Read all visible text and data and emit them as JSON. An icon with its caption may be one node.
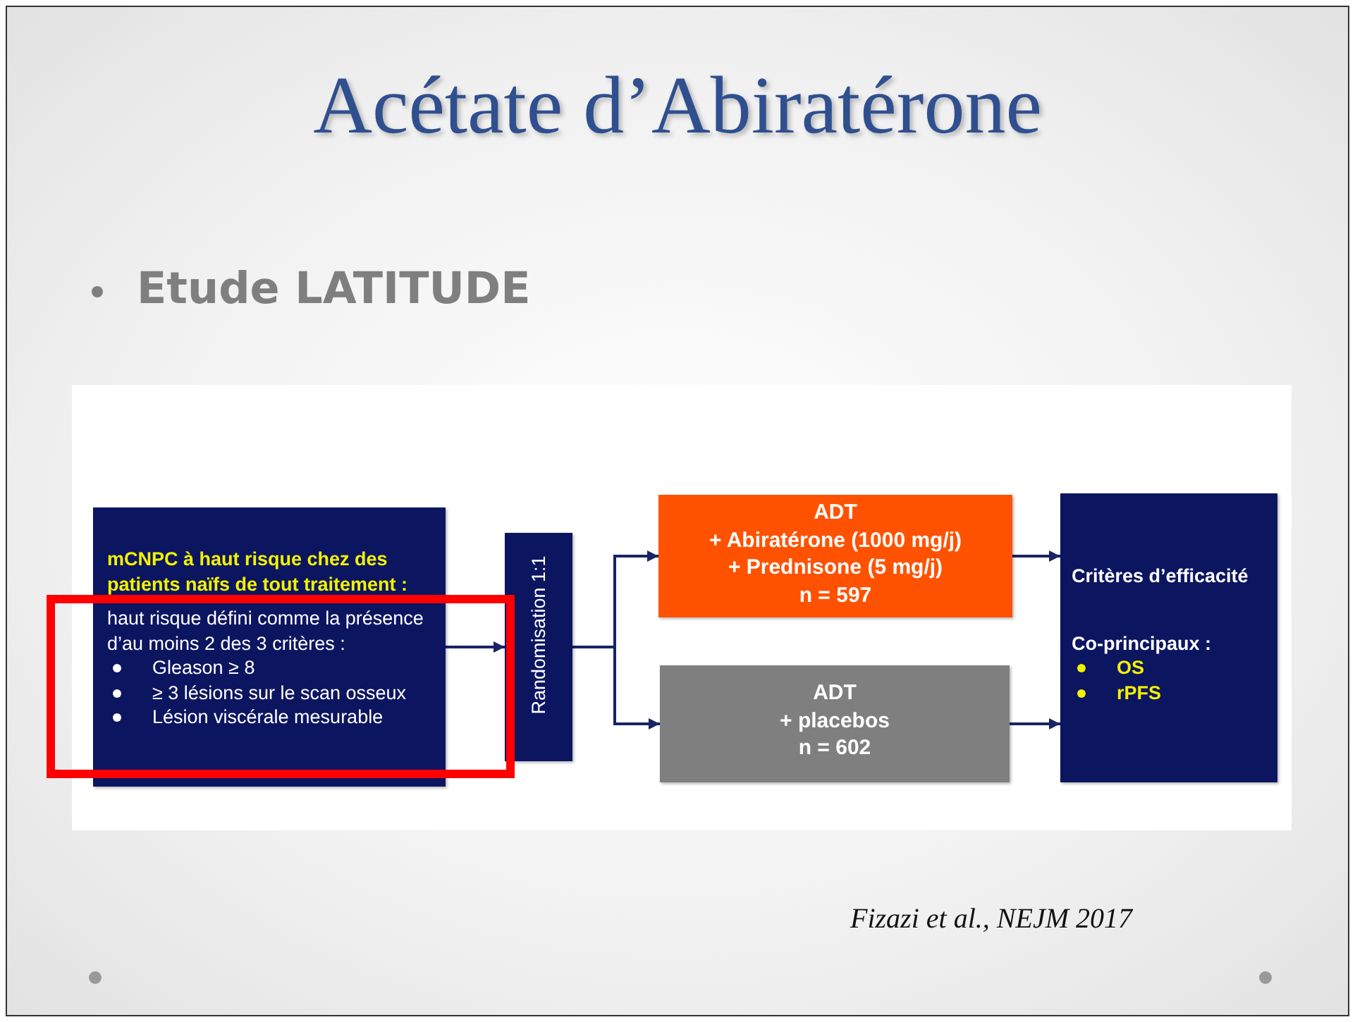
{
  "diagram": {
    "title": "Acétate d’Abiratérone",
    "nodes": [
      {
        "text": [
          "mCNPC à haut risque chez des patients naïfs de tout traitement :",
          "haut risque défini comme la présence d’au moins 2 des 3 critères :",
          "Gleason ≥ 8",
          "≥ 3 lésions sur le scan osseux",
          "Lésion viscérale mesurable"
        ]
      },
      {
        "text": [
          "Randomisation 1:1"
        ]
      },
      {
        "text": [
          "ADT",
          "+ Abiratérone (1000 mg/j)",
          "+ Prednisone (5 mg/j)",
          "n = 597"
        ]
      },
      {
        "text": [
          "ADT",
          "+ placebos",
          "n = 602"
        ]
      },
      {
        "text": [
          "Critères d’efficacité",
          "Co-principaux :",
          "OS",
          "rPFS"
        ]
      }
    ],
    "edges": [
      {
        "from": 0,
        "to": 1,
        "arrow": "to"
      },
      {
        "from": 1,
        "to": 2,
        "arrow": "to"
      },
      {
        "from": 1,
        "to": 3,
        "arrow": "to"
      },
      {
        "from": 2,
        "to": 4,
        "arrow": "to"
      },
      {
        "from": 3,
        "to": 4,
        "arrow": "to"
      }
    ],
    "labels": [
      "Etude LATITUDE",
      "Fizazi et al., NEJM 2017"
    ]
  }
}
